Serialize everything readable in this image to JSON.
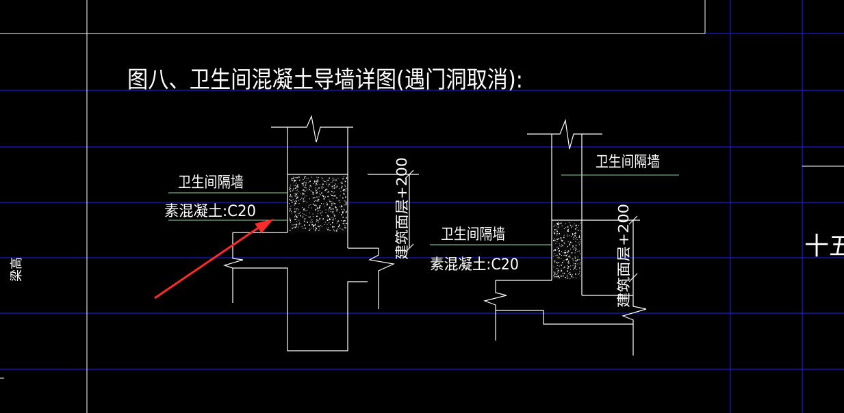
{
  "drawing": {
    "title": "图八、卫生间混凝土导墙详图(遇门洞取消):",
    "left_detail": {
      "wall_label": "卫生间隔墙",
      "concrete_label": "素混凝土:C20",
      "dimension_label": "建筑面层+200"
    },
    "right_detail": {
      "wall_label": "卫生间隔墙",
      "concrete_label": "素混凝土:C20",
      "dimension_label": "建筑面层+200"
    },
    "side_left_label": "梁高",
    "side_right_label": "十五"
  },
  "colors": {
    "background": "#000000",
    "grid_line": "#2020ff",
    "drawing_line": "#ffffff",
    "leader_line": "#8fd99a",
    "arrow": "#ff2a2a"
  }
}
